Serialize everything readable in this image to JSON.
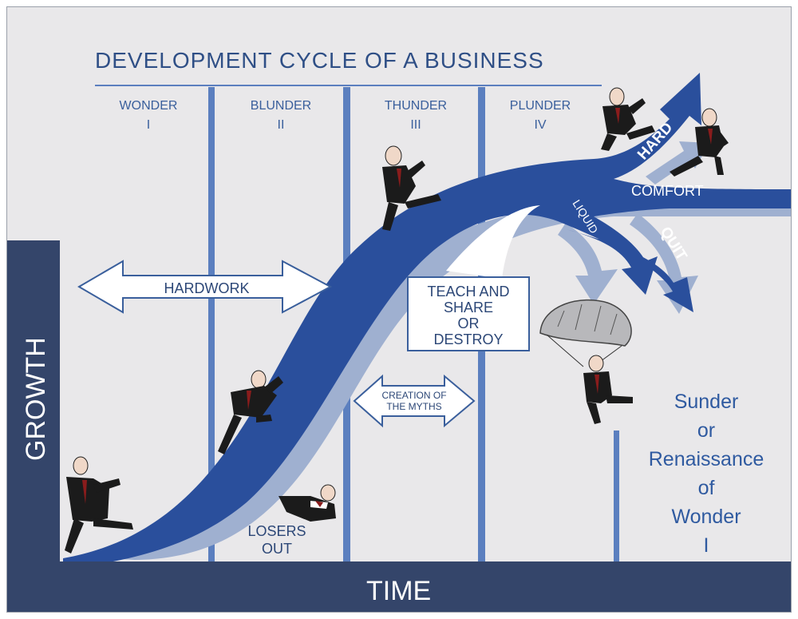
{
  "title": "DEVELOPMENT CYCLE OF A BUSINESS",
  "phases": [
    {
      "name": "WONDER",
      "numeral": "I"
    },
    {
      "name": "BLUNDER",
      "numeral": "II"
    },
    {
      "name": "THUNDER",
      "numeral": "III"
    },
    {
      "name": "PLUNDER",
      "numeral": "IV"
    }
  ],
  "axes": {
    "x": "TIME",
    "y": "GROWTH"
  },
  "labels": {
    "hardwork": "HARDWORK",
    "myths_line1": "CREATION OF",
    "myths_line2": "THE MYTHS",
    "teach_line1": "TEACH AND",
    "teach_line2": "SHARE",
    "teach_line3": "OR",
    "teach_line4": "DESTROY",
    "losers_line1": "LOSERS",
    "losers_line2": "OUT",
    "hard": "HARD",
    "comfort": "COMFORT",
    "liquid": "LIQUID",
    "quit": "QUIT"
  },
  "sunder": [
    "Sunder",
    "or",
    "Renaissance",
    "of",
    "Wonder",
    "I"
  ],
  "colors": {
    "background": "#e9e8ea",
    "dark_navy": "#34456a",
    "curve_blue": "#2a4f9c",
    "curve_shadow": "#9fb0d0",
    "divider_blue": "#5b7fbf",
    "text_blue": "#2f5aa0"
  }
}
